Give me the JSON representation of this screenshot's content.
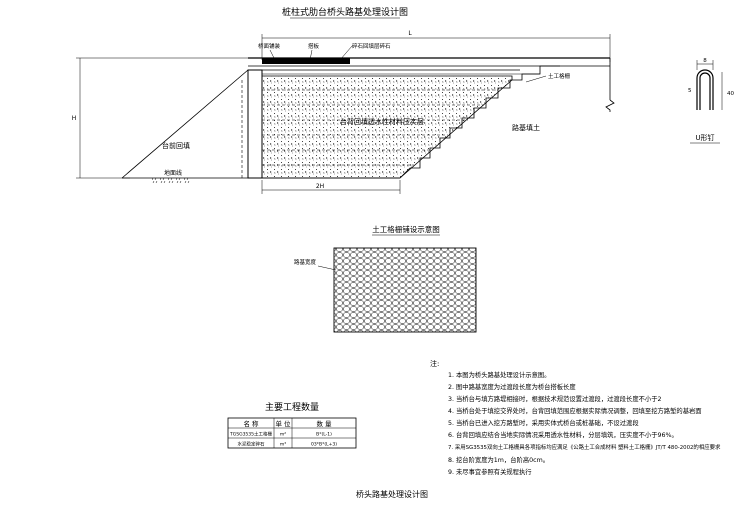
{
  "main_section": {
    "title": "桩柱式肋台桥头路基处理设计图",
    "labels": {
      "bridge_deck": "桥面铺装",
      "approach_slab": "搭板",
      "backfill_gravel": "碎石回填层碎石",
      "backfill_body": "台背回填透水性材料压实层",
      "abutment_body": "台前回填",
      "ground_line": "地面线",
      "embankment_fill": "路基填土",
      "geogrid": "土工格栅",
      "dim_top": "L",
      "dim_bottom": "2H",
      "dim_height": "H"
    }
  },
  "u_nail": {
    "title": "U形钉",
    "dim_width": "8",
    "dim_height": "40",
    "dim_side": "5"
  },
  "geogrid_plan": {
    "title": "土工格栅铺设示意图",
    "label_left": "路基宽度"
  },
  "quantity_table": {
    "title": "主要工程数量",
    "headers": [
      "名 称",
      "单 位",
      "数 量"
    ],
    "rows": [
      [
        "TGSG3535土工格栅",
        "m²",
        "B*(L-1)"
      ],
      [
        "水泥稳定碎石",
        "m³",
        "03*B*(L+3)"
      ]
    ]
  },
  "notes": {
    "heading": "注:",
    "items": [
      "1. 本图为桥头路基处理设计示意图。",
      "2. 图中路基宽度为过渡段长度为桥台搭板长度",
      "3. 当桥台与填方路堤相接时，根据技术规范设置过渡段，过渡段长度不小于2",
      "4. 当桥台处于填挖交界处时，台背回填范围应根据实际情况调整，回填至挖方路堑的基岩面",
      "5. 当桥台已进入挖方路堑时，采用实体式桥台或桩基础，不设过渡段",
      "6. 台背回填应结合当地实际情况采用透水性材料，分层填筑，压实度不小于96%。",
      "7. 采用SG3535双向土工格栅具各项指标均应满足《公路土工合成材料 塑料土工格栅》JT/T 480-2002的相应要求",
      "8. 挖台阶宽度为1m，台阶高0cm。",
      "9. 未尽事宜参照有关规程执行"
    ]
  },
  "footer_title": "桥头路基处理设计图"
}
